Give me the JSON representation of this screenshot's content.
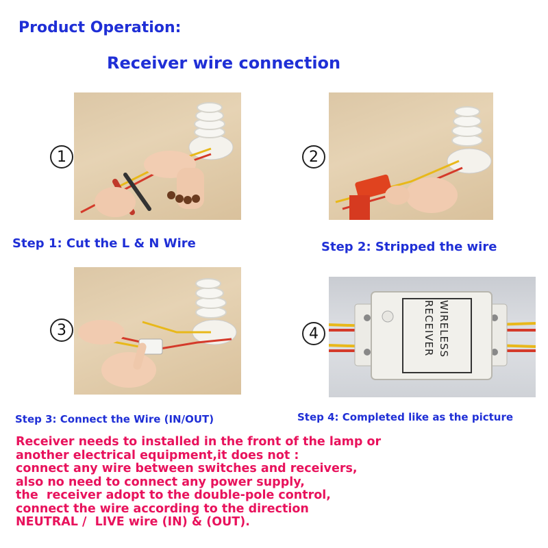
{
  "heading": {
    "title": "Product Operation:",
    "subtitle": "Receiver wire connection"
  },
  "steps": [
    {
      "number": "1",
      "label": "Step 1: Cut the L & N Wire"
    },
    {
      "number": "2",
      "label": "Step 2: Stripped the wire"
    },
    {
      "number": "3",
      "label": "Step 3: Connect the Wire (IN/OUT)"
    },
    {
      "number": "4",
      "label": "Step 4: Completed like as the picture"
    }
  ],
  "receiver_label": [
    "WIRELESS",
    "RECEIVER"
  ],
  "note_lines": [
    "Receiver needs to installed in the front of the lamp or",
    "another electrical equipment,it does not :",
    "connect any wire between switches and receivers,",
    "also no need to connect any power supply,",
    "the  receiver adopt to the double-pole control,",
    "connect the wire according to the direction",
    "NEUTRAL /  LIVE wire (IN) & (OUT)."
  ],
  "colors": {
    "heading": "#1f2fd6",
    "note": "#e8125c"
  }
}
